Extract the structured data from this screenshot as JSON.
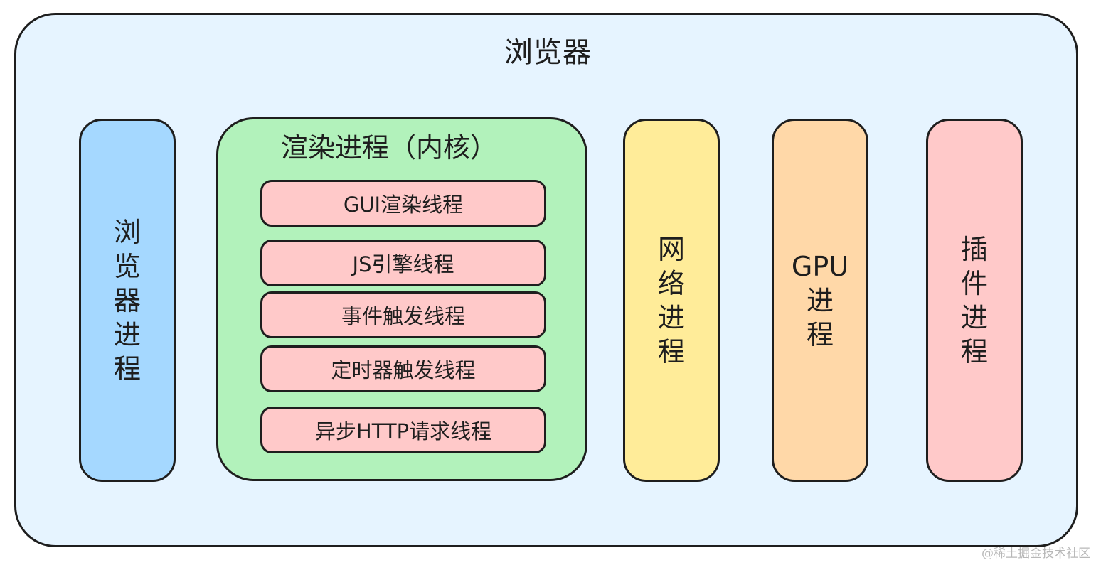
{
  "browser": {
    "title": "浏览器"
  },
  "processes": {
    "browser_process": {
      "lines": [
        "浏",
        "览",
        "器",
        "进",
        "程"
      ],
      "color": "#a5d8ff"
    },
    "renderer_process": {
      "title": "渲染进程（内核）",
      "color": "#b2f2bb",
      "threads": [
        "GUI渲染线程",
        "JS引擎线程",
        "事件触发线程",
        "定时器触发线程",
        "异步HTTP请求线程"
      ],
      "thread_color": "#ffc9c9"
    },
    "network_process": {
      "lines": [
        "网",
        "络",
        "进",
        "程"
      ],
      "color": "#ffec99"
    },
    "gpu_process": {
      "lines": [
        "GPU",
        "进",
        "程"
      ],
      "color": "#ffd8a8"
    },
    "plugin_process": {
      "lines": [
        "插",
        "件",
        "进",
        "程"
      ],
      "color": "#ffc9c9"
    }
  },
  "watermark": "@稀土掘金技术社区"
}
